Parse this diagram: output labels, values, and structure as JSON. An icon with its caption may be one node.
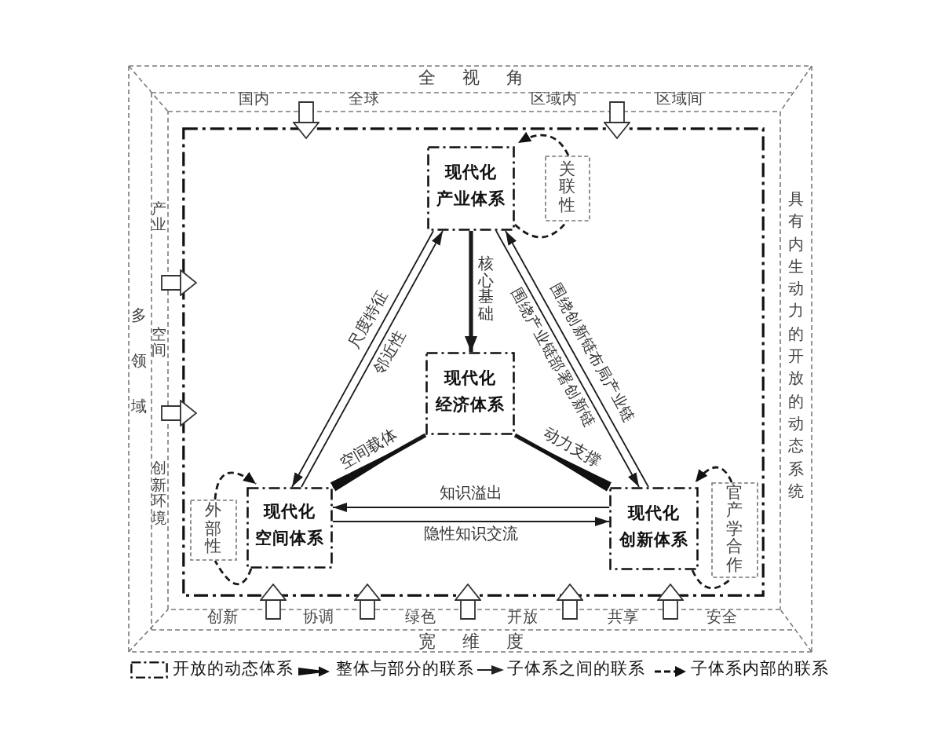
{
  "diagram": {
    "nodes": [
      {
        "text": [],
        "shape": "box"
      },
      {
        "text": [
          "现代化产业体系"
        ],
        "in": 0
      },
      {
        "text": [
          "关联性"
        ],
        "in": 0
      },
      {
        "text": [
          "现代化经济体系"
        ],
        "in": 0
      },
      {
        "text": [
          "外部性"
        ],
        "in": 0
      },
      {
        "text": [
          "现代化空间体系"
        ],
        "in": 0
      },
      {
        "text": [
          "现代化创新体系"
        ],
        "in": 0
      },
      {
        "text": [
          "官产学合作"
        ],
        "in": 0
      }
    ],
    "edges": [
      {
        "from": 1,
        "to": 3,
        "arrow": "to",
        "label": "核心基础",
        "style": "thick"
      },
      {
        "from": 1,
        "to": 5,
        "arrow": "to",
        "label": "尺度特征"
      },
      {
        "from": 5,
        "to": 1,
        "arrow": "to",
        "label": "邻近性"
      },
      {
        "from": 6,
        "to": 1,
        "arrow": "to",
        "label": "围绕创新链布局产业链"
      },
      {
        "from": 1,
        "to": 6,
        "arrow": "to",
        "label": "围绕产业链部署创新链"
      },
      {
        "from": 5,
        "to": 3,
        "arrow": "to",
        "label": "空间载体",
        "style": "thick"
      },
      {
        "from": 6,
        "to": 3,
        "arrow": "to",
        "label": "动力支撑",
        "style": "thick"
      },
      {
        "from": 6,
        "to": 5,
        "arrow": "to",
        "label": "知识溢出"
      },
      {
        "from": 5,
        "to": 6,
        "arrow": "to",
        "label": "隐性知识交流"
      },
      {
        "from": 1,
        "to": 2,
        "arrow": "none",
        "style": "dashed"
      },
      {
        "from": 2,
        "to": 1,
        "arrow": "to",
        "style": "dashed"
      },
      {
        "from": 4,
        "to": 5,
        "arrow": "to",
        "style": "dashed"
      },
      {
        "from": 5,
        "to": 4,
        "arrow": "none",
        "style": "dashed"
      },
      {
        "from": 7,
        "to": 6,
        "arrow": "to",
        "style": "dashed"
      },
      {
        "from": 6,
        "to": 7,
        "arrow": "none",
        "style": "dashed"
      },
      {
        "from": null,
        "to": 0,
        "arrow": "to"
      },
      {
        "from": null,
        "to": 0,
        "arrow": "to"
      },
      {
        "from": null,
        "to": 0,
        "arrow": "to"
      },
      {
        "from": null,
        "to": 0,
        "arrow": "to"
      },
      {
        "from": null,
        "to": 0,
        "arrow": "to"
      },
      {
        "from": null,
        "to": 0,
        "arrow": "to"
      },
      {
        "from": null,
        "to": 0,
        "arrow": "to"
      },
      {
        "from": null,
        "to": 0,
        "arrow": "to"
      },
      {
        "from": null,
        "to": 0,
        "arrow": "to"
      }
    ],
    "labels": [
      "全视角",
      "国内",
      "全球",
      "区域内",
      "区域间",
      "产业",
      "多领域",
      "空间",
      "创新环境",
      "具有内生动力的开放的动态系统",
      "创新",
      "协调",
      "绿色",
      "开放",
      "共享",
      "安全",
      "宽维度"
    ],
    "legend": [
      {
        "text": "开放的动态体系"
      },
      {
        "text": "整体与部分的联系"
      },
      {
        "text": "子体系之间的联系"
      },
      {
        "text": "子体系内部的联系"
      }
    ]
  }
}
